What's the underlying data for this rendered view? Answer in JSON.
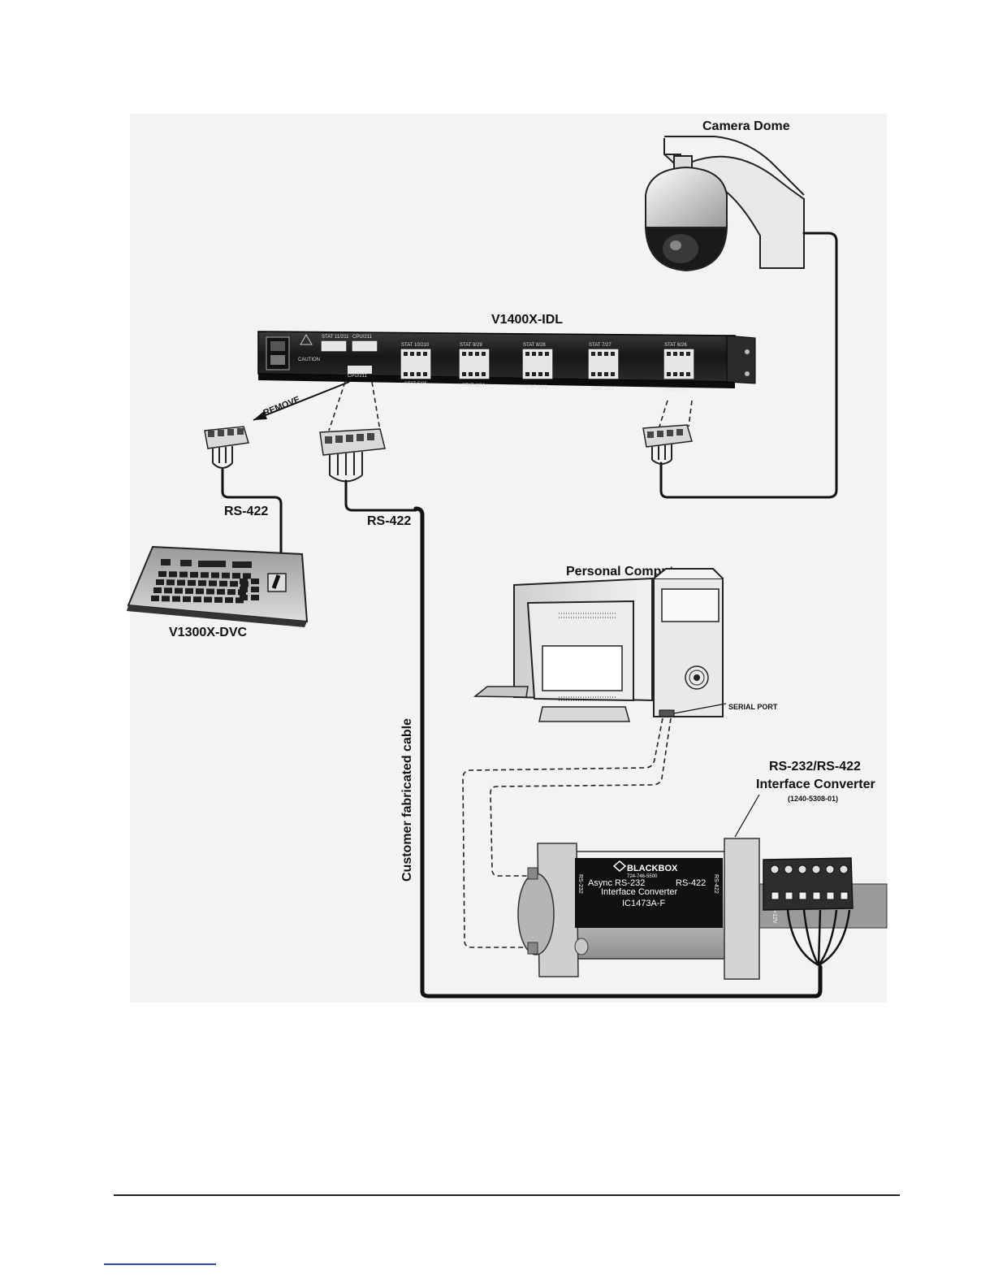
{
  "labels": {
    "camera_dome": "Camera Dome",
    "hub_model": "V1400X-IDL",
    "remove": "REMOVE",
    "rs422_keyboard": "RS-422",
    "rs422_hub": "RS-422",
    "keyboard_model": "V1300X-DVC",
    "personal_computer": "Personal Computer",
    "serial_port": "SERIAL PORT",
    "converter_line1": "RS-232/RS-422",
    "converter_line2": "Interface Converter",
    "converter_part": "(1240-5308-01)",
    "customer_cable": "Customer fabricated cable"
  },
  "converter_face": {
    "brand": "BLACKBOX",
    "phone": "724-746-5500",
    "line1_left": "Async RS-232",
    "line1_right": "RS-422",
    "line2": "Interface Converter",
    "model": "IC1473A-F",
    "side_left": "RS-232",
    "side_right": "RS-422",
    "terminal_label": "+12V"
  },
  "hub_ports": {
    "top": [
      "STAT 11/211",
      "CPU/211",
      "STAT 10/210",
      "STAT 9/29",
      "STAT 8/28",
      "STAT 7/27",
      "STAT 6/26"
    ],
    "bottom": [
      "CPU/211",
      "STAT 5/25",
      "STAT 4/24",
      "STAT 3/23",
      "STAT 2/22",
      "STAT 1/21"
    ],
    "caution": "CAUTION"
  },
  "colors": {
    "ink": "#111111",
    "background": "#ffffff",
    "panel_backdrop": "#f2f2f2",
    "hub_body": "#1c1c1c",
    "footer_link": "#2b4aa8"
  }
}
